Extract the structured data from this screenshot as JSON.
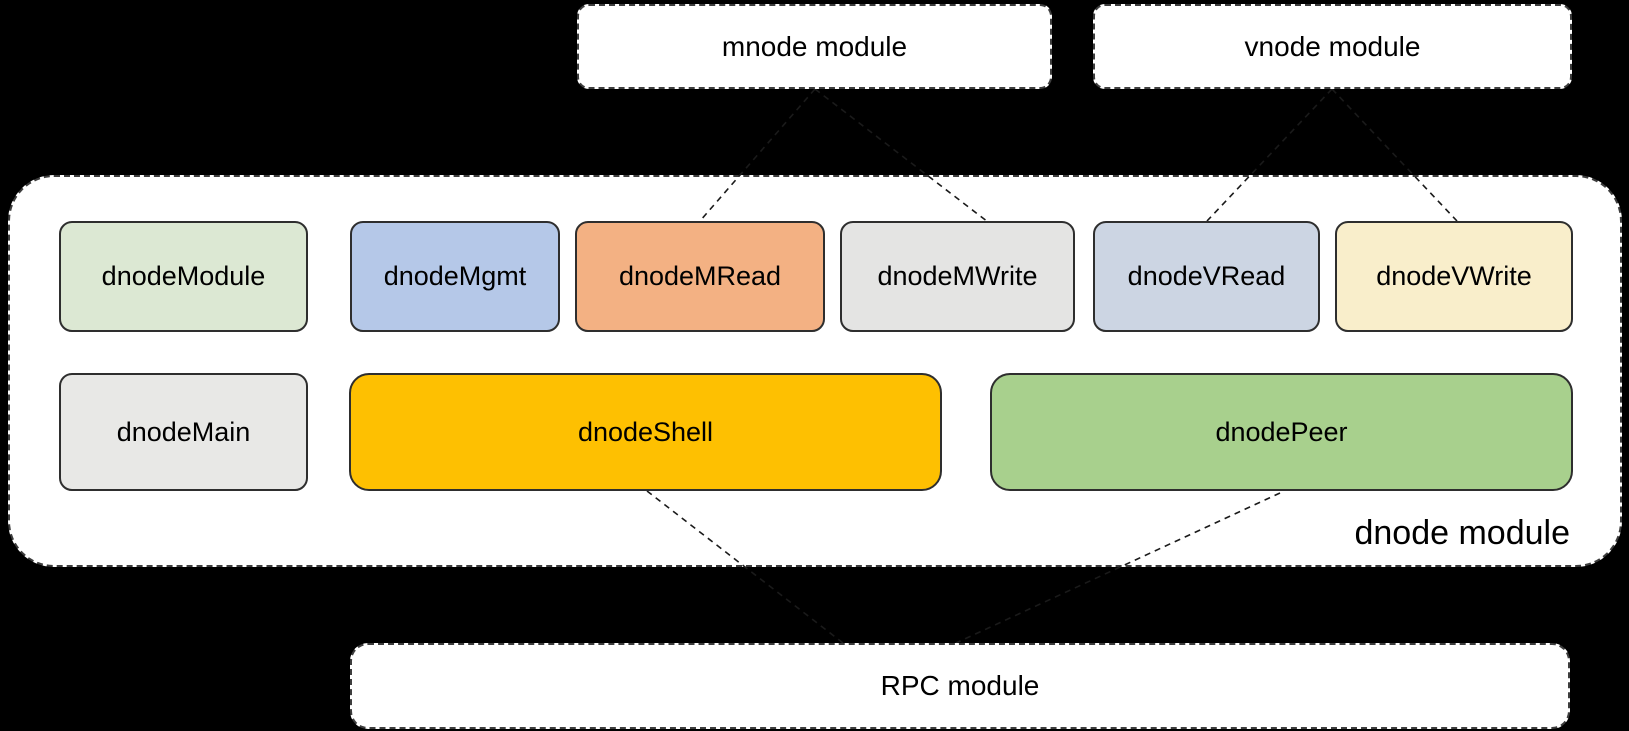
{
  "top_modules": {
    "mnode": {
      "label": "mnode module"
    },
    "vnode": {
      "label": "vnode module"
    }
  },
  "dnode_module": {
    "label": "dnode module",
    "components_row1": [
      {
        "name": "dnodeModule",
        "fill": "#dce8d3"
      },
      {
        "name": "dnodeMgmt",
        "fill": "#b5c8e8"
      },
      {
        "name": "dnodeMRead",
        "fill": "#f3b183"
      },
      {
        "name": "dnodeMWrite",
        "fill": "#e4e4e3"
      },
      {
        "name": "dnodeVRead",
        "fill": "#ccd5e3"
      },
      {
        "name": "dnodeVWrite",
        "fill": "#f9eecb"
      }
    ],
    "components_row2": [
      {
        "name": "dnodeMain",
        "fill": "#e8e8e6"
      },
      {
        "name": "dnodeShell",
        "fill": "#fec001"
      },
      {
        "name": "dnodePeer",
        "fill": "#a8d08d"
      }
    ]
  },
  "rpc_module": {
    "label": "RPC module"
  },
  "connections": [
    {
      "from": "mnode module",
      "to": "dnodeMRead"
    },
    {
      "from": "mnode module",
      "to": "dnodeMWrite"
    },
    {
      "from": "vnode module",
      "to": "dnodeVRead"
    },
    {
      "from": "vnode module",
      "to": "dnodeVWrite"
    },
    {
      "from": "dnodeShell",
      "to": "RPC module"
    },
    {
      "from": "dnodePeer",
      "to": "RPC module"
    }
  ],
  "colors": {
    "background": "#000000",
    "module_box_background": "#ffffff",
    "solid_border": "#2e2e2e",
    "dashed_border": "#3d3d3d",
    "text": "#000000"
  }
}
